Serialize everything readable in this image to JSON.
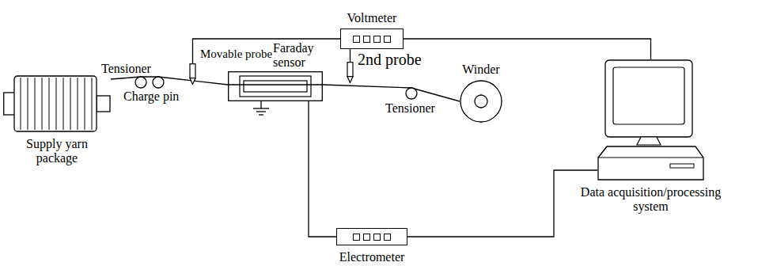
{
  "diagram": {
    "nodes": [
      {
        "text": [
          "Voltmeter"
        ]
      },
      {
        "text": [
          "Supply yarn package"
        ]
      },
      {
        "text": [
          "Faraday sensor"
        ]
      },
      {
        "text": [
          "Winder"
        ]
      },
      {
        "text": [
          "Electrometer"
        ]
      },
      {
        "text": [
          "Data acquisition/processing system"
        ]
      },
      {
        "text": [
          "Movable probe"
        ]
      },
      {
        "text": [
          "2nd probe"
        ]
      }
    ],
    "edges": [
      {
        "from": 0,
        "to": 6,
        "arrow": "none"
      },
      {
        "from": 0,
        "to": 7,
        "arrow": "none"
      },
      {
        "from": 0,
        "to": 5,
        "arrow": "none"
      },
      {
        "from": 2,
        "to": 4,
        "arrow": "none"
      },
      {
        "from": 4,
        "to": 5,
        "arrow": "none"
      },
      {
        "from": 1,
        "to": 2,
        "arrow": "none"
      },
      {
        "from": 2,
        "to": 3,
        "arrow": "none"
      }
    ],
    "labels": [
      "Tensioner",
      "Charge pin",
      "Tensioner"
    ]
  }
}
